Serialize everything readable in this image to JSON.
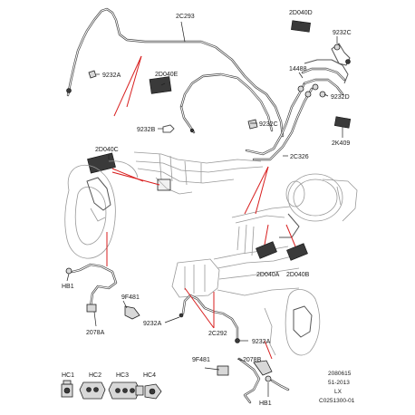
{
  "callouts": {
    "c2C293": "2C293",
    "c9232A_top": "9232A",
    "c2D040E": "2D040E",
    "c9232B": "9232B",
    "c2D040D": "2D040D",
    "c9232C_top": "9232C",
    "c14488": "14488",
    "c9232D": "9232D",
    "c9232C_mid": "9232C",
    "c2K409": "2K409",
    "c2D040C": "2D040C",
    "c2C326": "2C326",
    "cHB1_left": "HB1",
    "c9F481_left": "9F481",
    "c2078A": "2078A",
    "c2D040A": "2D040A",
    "c2D040B": "2D040B",
    "c9232A_low": "9232A",
    "c2C292": "2C292",
    "c9232A_right": "9232A",
    "c9F481_right": "9F481",
    "c2078B": "2078B",
    "cHB1_right": "HB1"
  },
  "connectors": {
    "hc1": "HC1",
    "hc2": "HC2",
    "hc3": "HC3",
    "hc4": "HC4"
  },
  "reference": {
    "line1": "2080615",
    "line2": "51-2013",
    "line3": "LX",
    "line4": "C0251300-01"
  },
  "colors": {
    "leader_red": "#d81e1e",
    "line_dark": "#222222"
  }
}
